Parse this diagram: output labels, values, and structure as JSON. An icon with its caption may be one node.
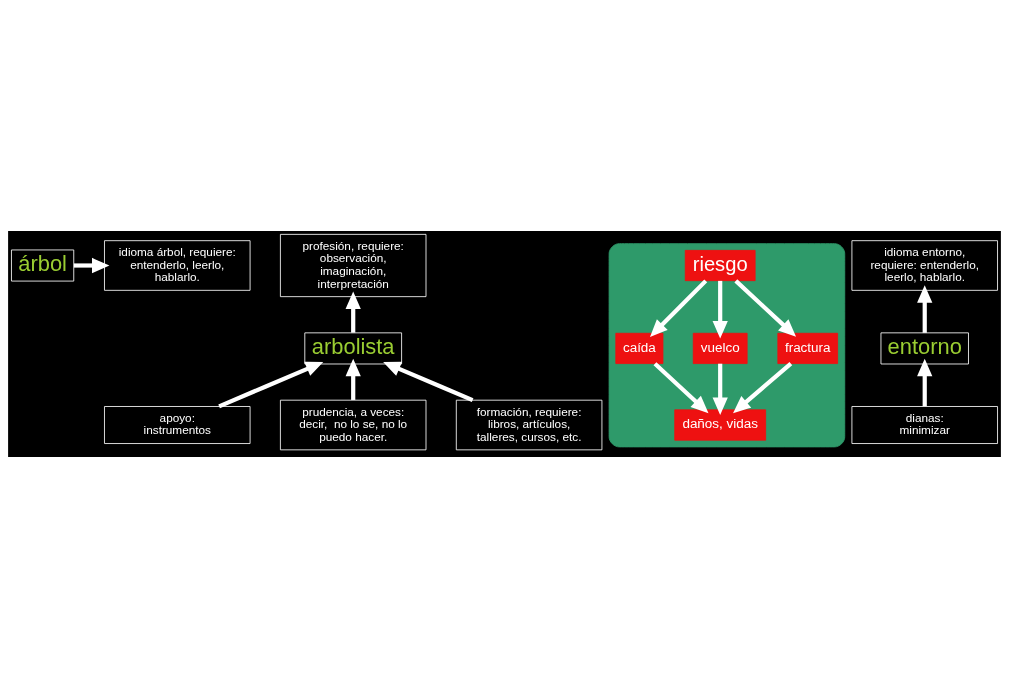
{
  "diagram": {
    "nodes": [
      {
        "text": [
          "árbol"
        ]
      },
      {
        "text": [
          "idioma árbol, requiere: entenderlo, leerlo, hablarlo."
        ]
      },
      {
        "text": [
          "profesión, requiere: observación, imaginación, interpretación"
        ]
      },
      {
        "text": [
          "apoyo:",
          "instrumentos"
        ]
      },
      {
        "text": [
          "arbolista"
        ]
      },
      {
        "text": [],
        "shape": "triangle"
      },
      {
        "text": [
          "riesgo"
        ],
        "in": 5
      },
      {
        "text": [
          "caída"
        ],
        "in": 5
      },
      {
        "text": [
          "vuelco"
        ],
        "in": 5
      },
      {
        "text": [
          "fractura"
        ],
        "in": 5
      },
      {
        "text": [
          "daños, vidas"
        ],
        "in": 5
      },
      {
        "text": [
          "idioma entorno, requiere: entenderlo, leerlo, hablarlo."
        ]
      },
      {
        "text": [
          "entorno"
        ]
      },
      {
        "text": [
          "prudencia, a veces: decir,  no lo se, no lo puedo hacer."
        ]
      },
      {
        "text": [
          "formación, requiere: libros, artículos, talleres, cursos, etc."
        ]
      },
      {
        "text": [
          "dianas:",
          "minimizar"
        ]
      }
    ],
    "edges": [
      {
        "from": 0,
        "to": 1,
        "arrow": "to"
      },
      {
        "from": 6,
        "to": 7,
        "arrow": "to"
      },
      {
        "from": 6,
        "to": 8,
        "arrow": "to"
      },
      {
        "from": 6,
        "to": 9,
        "arrow": "to"
      },
      {
        "from": 7,
        "to": 10,
        "arrow": "to"
      },
      {
        "from": 8,
        "to": 10,
        "arrow": "to"
      },
      {
        "from": 9,
        "to": 10,
        "arrow": "to"
      },
      {
        "from": 4,
        "to": 2,
        "arrow": "to"
      },
      {
        "from": 3,
        "to": 4,
        "arrow": "to"
      },
      {
        "from": 13,
        "to": 4,
        "arrow": "to"
      },
      {
        "from": 14,
        "to": 4,
        "arrow": "to"
      },
      {
        "from": 12,
        "to": 11,
        "arrow": "to"
      },
      {
        "from": 15,
        "to": 12,
        "arrow": "to"
      }
    ]
  }
}
